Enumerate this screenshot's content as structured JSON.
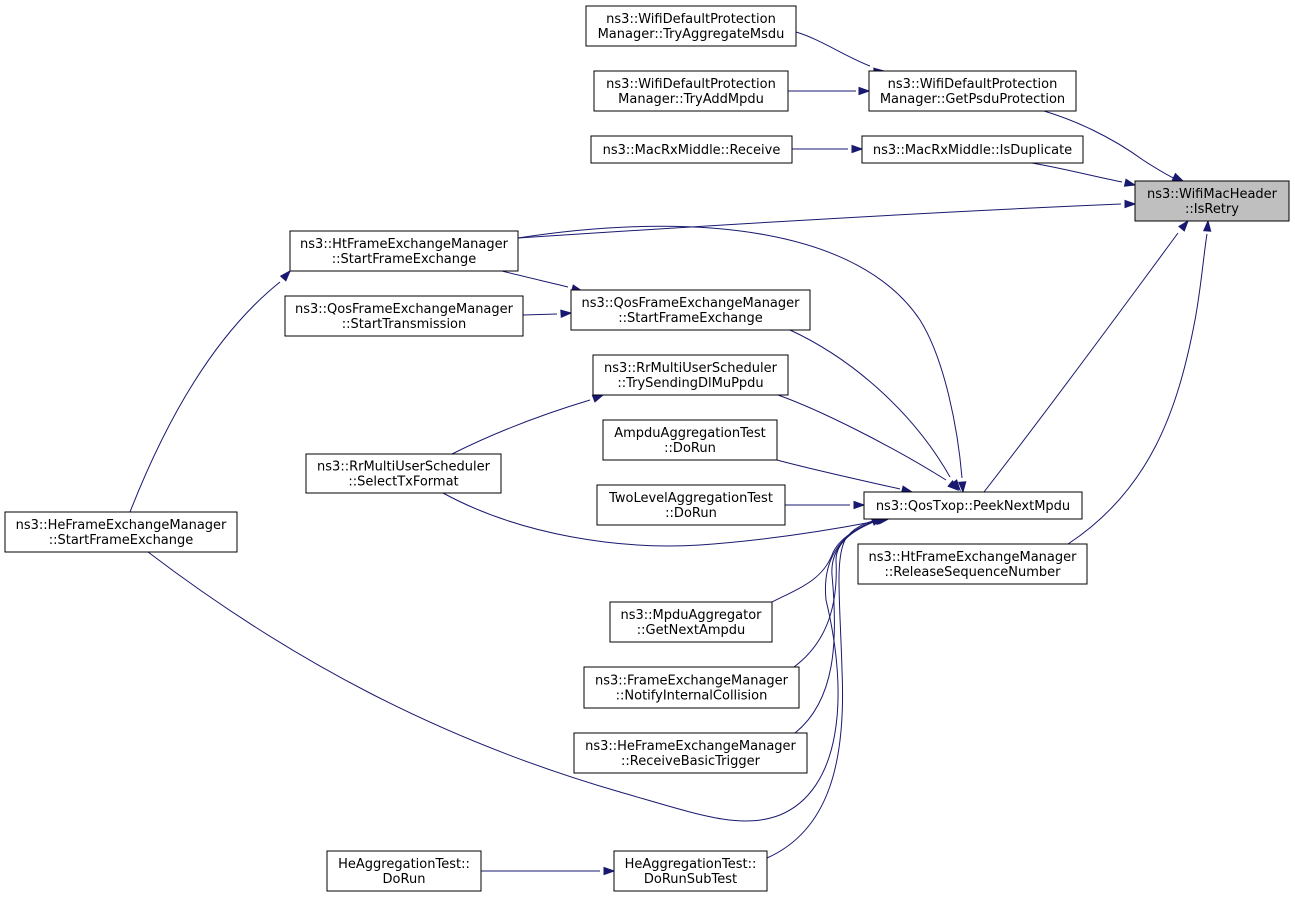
{
  "nodes": {
    "is_retry": {
      "lines": [
        "ns3::WifiMacHeader",
        "::IsRetry"
      ]
    },
    "get_psdu_protection": {
      "lines": [
        "ns3::WifiDefaultProtection",
        "Manager::GetPsduProtection"
      ]
    },
    "try_aggregate_msdu": {
      "lines": [
        "ns3::WifiDefaultProtection",
        "Manager::TryAggregateMsdu"
      ]
    },
    "try_add_mpdu": {
      "lines": [
        "ns3::WifiDefaultProtection",
        "Manager::TryAddMpdu"
      ]
    },
    "is_duplicate": {
      "lines": [
        "ns3::MacRxMiddle::IsDuplicate"
      ]
    },
    "mac_rx_receive": {
      "lines": [
        "ns3::MacRxMiddle::Receive"
      ]
    },
    "ht_start_frame_exchange": {
      "lines": [
        "ns3::HtFrameExchangeManager",
        "::StartFrameExchange"
      ]
    },
    "qos_start_frame_exchange": {
      "lines": [
        "ns3::QosFrameExchangeManager",
        "::StartFrameExchange"
      ]
    },
    "qos_start_transmission": {
      "lines": [
        "ns3::QosFrameExchangeManager",
        "::StartTransmission"
      ]
    },
    "try_sending_dl_mu_ppdu": {
      "lines": [
        "ns3::RrMultiUserScheduler",
        "::TrySendingDlMuPpdu"
      ]
    },
    "select_tx_format": {
      "lines": [
        "ns3::RrMultiUserScheduler",
        "::SelectTxFormat"
      ]
    },
    "ampdu_aggregation_test": {
      "lines": [
        "AmpduAggregationTest",
        "::DoRun"
      ]
    },
    "two_level_aggregation_test": {
      "lines": [
        "TwoLevelAggregationTest",
        "::DoRun"
      ]
    },
    "peek_next_mpdu": {
      "lines": [
        "ns3::QosTxop::PeekNextMpdu"
      ]
    },
    "release_sequence_number": {
      "lines": [
        "ns3::HtFrameExchangeManager",
        "::ReleaseSequenceNumber"
      ]
    },
    "he_start_frame_exchange": {
      "lines": [
        "ns3::HeFrameExchangeManager",
        "::StartFrameExchange"
      ]
    },
    "get_next_ampdu": {
      "lines": [
        "ns3::MpduAggregator",
        "::GetNextAmpdu"
      ]
    },
    "notify_internal_collision": {
      "lines": [
        "ns3::FrameExchangeManager",
        "::NotifyInternalCollision"
      ]
    },
    "receive_basic_trigger": {
      "lines": [
        "ns3::HeFrameExchangeManager",
        "::ReceiveBasicTrigger"
      ]
    },
    "he_aggregation_do_run_sub_test": {
      "lines": [
        "HeAggregationTest::",
        "DoRunSubTest"
      ]
    },
    "he_aggregation_do_run": {
      "lines": [
        "HeAggregationTest::",
        "DoRun"
      ]
    }
  },
  "colors": {
    "edge": "#191970",
    "node_border": "#000000",
    "node_fill": "#ffffff",
    "current_node_fill": "#bfbfbf"
  }
}
